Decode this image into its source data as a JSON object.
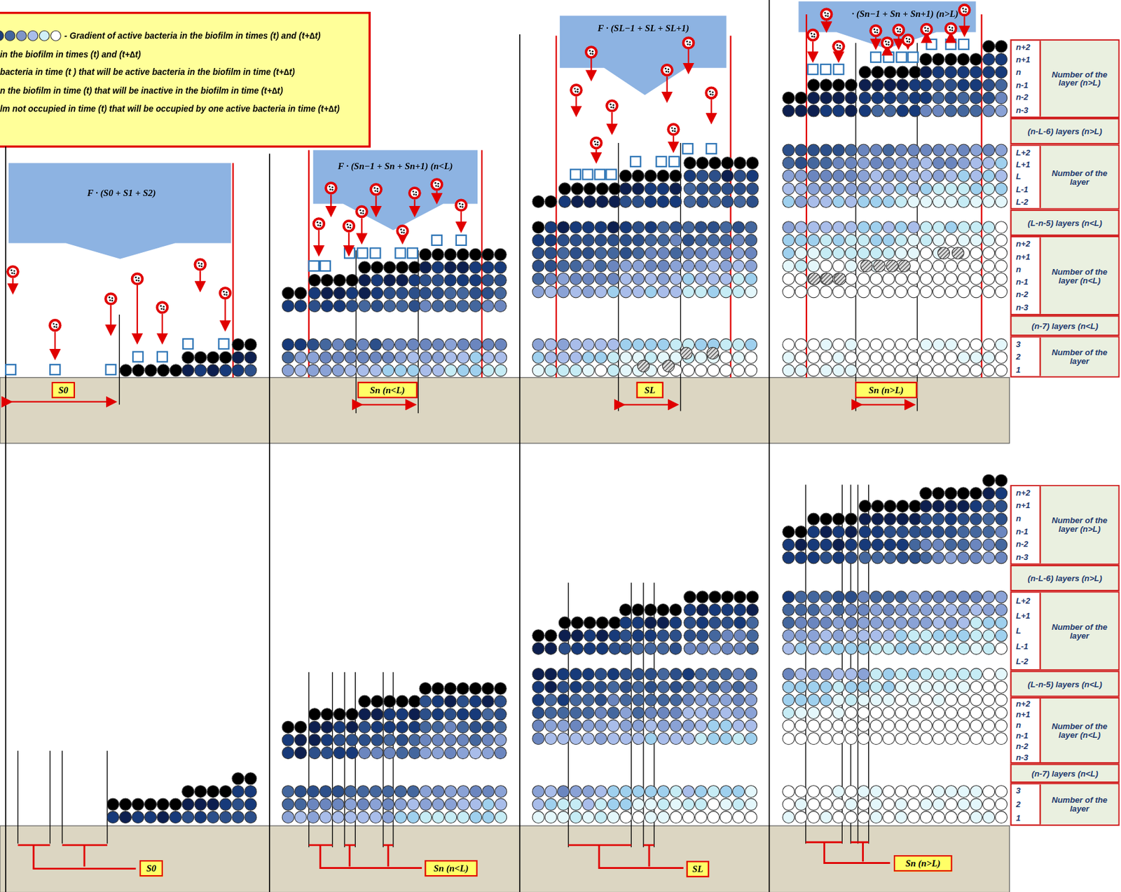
{
  "diagram": {
    "nodes": [
      {
        "text": [
          "F · (S0 + S1 + S2)"
        ]
      },
      {
        "text": [
          "F · (Sn−1 + Sn + Sn+1) (n<L)"
        ]
      },
      {
        "text": [
          "F · (SL−1 + SL + SL+1)"
        ]
      },
      {
        "text": [
          "· (Sn−1 + Sn + Sn+1) (n>L)"
        ]
      },
      {
        "text": [
          "S0"
        ]
      },
      {
        "text": [
          "Sn (n<L)"
        ]
      },
      {
        "text": [
          "SL"
        ]
      },
      {
        "text": [
          "Sn (n>L)"
        ]
      },
      {
        "text": [
          "n+2",
          "n+1",
          "n",
          "n-1",
          "n-2",
          "n-3",
          "Number of the layer (n>L)"
        ]
      },
      {
        "text": [
          "(n-L-6) layers (n>L)"
        ]
      },
      {
        "text": [
          "L+2",
          "L+1",
          "L",
          "L-1",
          "L-2",
          "Number of the layer"
        ]
      },
      {
        "text": [
          "(L-n-5) layers (n<L)"
        ]
      },
      {
        "text": [
          "n+2",
          "n+1",
          "n",
          "n-1",
          "n-2",
          "n-3",
          "Number of the layer (n<L)"
        ]
      },
      {
        "text": [
          "(n-7) layers (n<L)"
        ]
      },
      {
        "text": [
          "3",
          "2",
          "1",
          "Number of the layer"
        ]
      },
      {
        "text": [
          "S0"
        ]
      },
      {
        "text": [
          "Sn (n<L)"
        ]
      },
      {
        "text": [
          "SL"
        ]
      },
      {
        "text": [
          "Sn (n>L)"
        ]
      },
      {
        "text": [
          "n+2",
          "n+1",
          "n",
          "n-1",
          "n-2",
          "n-3",
          "Number of the layer (n>L)"
        ]
      },
      {
        "text": [
          "(n-L-6) layers (n>L)"
        ]
      },
      {
        "text": [
          "L+2",
          "L+1",
          "L",
          "L-1",
          "L-2",
          "Number of the layer"
        ]
      },
      {
        "text": [
          "(L-n-5) layers (n<L)"
        ]
      },
      {
        "text": [
          "n+2",
          "n+1",
          "n",
          "n-1",
          "n-2",
          "n-3",
          "Number of the layer (n<L)"
        ]
      },
      {
        "text": [
          "(n-7) layers (n<L)"
        ]
      },
      {
        "text": [
          "3",
          "2",
          "1",
          "Number of the layer"
        ]
      }
    ],
    "legend": [
      {
        "text": "- Gradient of active bacteria in the biofilm in times (t) and (t+∆t)"
      },
      {
        "text": "in the biofilm in times (t) and (t+∆t)"
      },
      {
        "text": "bacteria in time (t ) that will be active bacteria in the biofilm in time (t+∆t)"
      },
      {
        "text": "n the biofilm in time (t) that will be inactive in the biofilm in time (t+∆t)"
      },
      {
        "text": "lm not occupied in time (t) that will be occupied by one active bacteria in time (t+∆t)"
      }
    ]
  }
}
